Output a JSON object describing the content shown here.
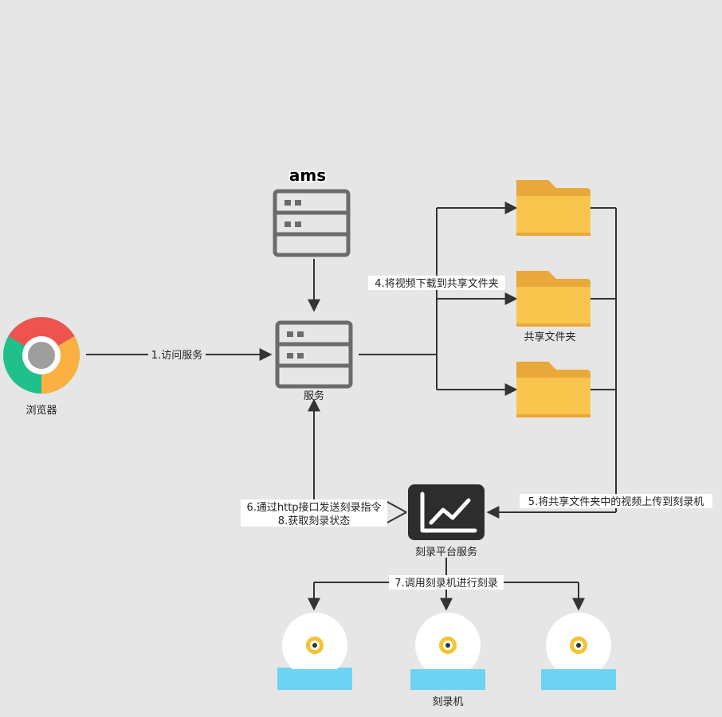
{
  "nodes": {
    "browser": {
      "label": "浏览器"
    },
    "ams": {
      "title": "ams"
    },
    "service": {
      "label": "服务"
    },
    "shared_folder": {
      "label": "共享文件夹"
    },
    "burn_platform": {
      "label": "刻录平台服务"
    },
    "burner": {
      "label": "刻录机"
    }
  },
  "edges": {
    "e1": "1.访问服务",
    "e4": "4.将视频下载到共享文件夹",
    "e5": "5.将共享文件夹中的视频上传到刻录机",
    "e6": "6.通过http接口发送刻录指令",
    "e8": "8.获取刻录状态",
    "e7": "7.调用刻录机进行刻录"
  },
  "icons": {
    "browser": "chrome-icon",
    "server": "server-icon",
    "folder": "folder-icon",
    "platform": "chart-icon",
    "burner": "disc-burner-icon"
  },
  "colors": {
    "background": "#e6e6e6",
    "line": "#333333",
    "server": "#6b6b6b",
    "folder_back": "#e8a83a",
    "folder_front": "#f9c54d",
    "platform_bg": "#2d2d2d",
    "disc": "#ffffff",
    "disc_hub": "#f4c430",
    "burner_base": "#6dd3f2",
    "chrome_red": "#ef5350",
    "chrome_green": "#1fc08c",
    "chrome_yellow": "#fbb042"
  }
}
